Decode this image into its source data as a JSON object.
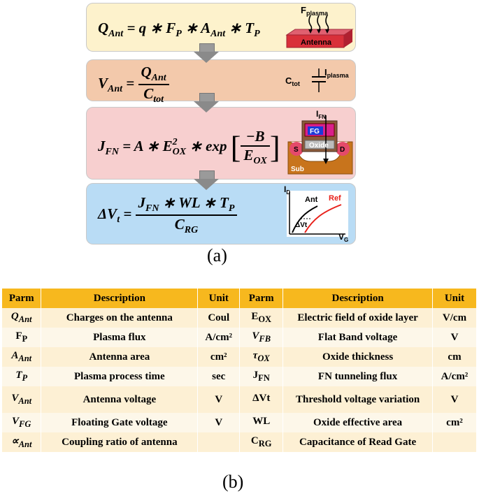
{
  "diagram": {
    "eq1": {
      "lhs": "Q",
      "lhs_sub": "Ant",
      "rhs_a": "= q ∗ F",
      "rhs_a_sub": "P",
      "rhs_b": "∗ A",
      "rhs_b_sub": "Ant",
      "rhs_c": "∗ T",
      "rhs_c_sub": "P"
    },
    "eq2": {
      "lhs": "V",
      "lhs_sub": "Ant",
      "eq": "=",
      "num": "Q",
      "num_sub": "Ant",
      "den": "C",
      "den_sub": "tot"
    },
    "eq3": {
      "lhs": "J",
      "lhs_sub": "FN",
      "rhs": "= A ∗ E",
      "rhs_sup": "2",
      "rhs_sub": "OX",
      "rhs_b": "∗ exp",
      "num": "−B",
      "den": "E",
      "den_sub": "OX"
    },
    "eq4": {
      "lhs": "ΔV",
      "lhs_sub": "t",
      "eq": "=",
      "num": "J",
      "num_sub": "FN",
      "num_rest": "∗ WL ∗ T",
      "num_rest_sub": "P",
      "den": "C",
      "den_sub": "RG"
    },
    "labels": {
      "f_plasma": "F",
      "f_plasma_sub": "plasma",
      "antenna": "Antenna",
      "c_tot": "C",
      "c_tot_sub": "tot",
      "i_plasma": "I",
      "i_plasma_sub": "plasma",
      "i_fn": "I",
      "i_fn_sub": "FN",
      "fg": "FG",
      "oxide": "Oxide",
      "s": "S",
      "d": "D",
      "sub": "Sub",
      "i_d": "I",
      "i_d_sub": "D",
      "v_g": "V",
      "v_g_sub": "G",
      "ant": "Ant",
      "ref": "Ref",
      "delta_vt": "ΔVt"
    },
    "caption_a": "(a)"
  },
  "table": {
    "headers": [
      "Parm",
      "Description",
      "Unit",
      "Parm",
      "Description",
      "Unit"
    ],
    "rows": [
      {
        "p1": "Q",
        "p1_sub": "Ant",
        "d1": "Charges on the antenna",
        "u1": "Coul",
        "p2": "E",
        "p2_sub": "OX",
        "d2": "Electric field of oxide layer",
        "u2": "V/cm"
      },
      {
        "p1": "F",
        "p1_sub": "P",
        "d1": "Plasma flux",
        "u1": "A/cm²",
        "p2": "V",
        "p2_sub": "FB",
        "d2": "Flat Band voltage",
        "u2": "V"
      },
      {
        "p1": "A",
        "p1_sub": "Ant",
        "d1": "Antenna area",
        "u1": "cm²",
        "p2": "τ",
        "p2_sub": "OX",
        "d2": "Oxide thickness",
        "u2": "cm"
      },
      {
        "p1": "T",
        "p1_sub": "P",
        "d1": "Plasma process time",
        "u1": "sec",
        "p2": "J",
        "p2_sub": "FN",
        "d2": "FN tunneling flux",
        "u2": "A/cm²"
      },
      {
        "p1": "V",
        "p1_sub": "Ant",
        "d1": "Antenna voltage",
        "u1": "V",
        "p2": "ΔVt",
        "p2_sub": "",
        "d2": "Threshold voltage variation",
        "u2": "V"
      },
      {
        "p1": "V",
        "p1_sub": "FG",
        "d1": "Floating Gate voltage",
        "u1": "V",
        "p2": "WL",
        "p2_sub": "",
        "d2": "Oxide effective area",
        "u2": "cm²"
      },
      {
        "p1": "∝",
        "p1_sub": "Ant",
        "d1": "Coupling ratio of antenna",
        "u1": "",
        "p2": "C",
        "p2_sub": "RG",
        "d2": "Capacitance of Read Gate",
        "u2": ""
      }
    ],
    "caption_b": "(b)"
  }
}
